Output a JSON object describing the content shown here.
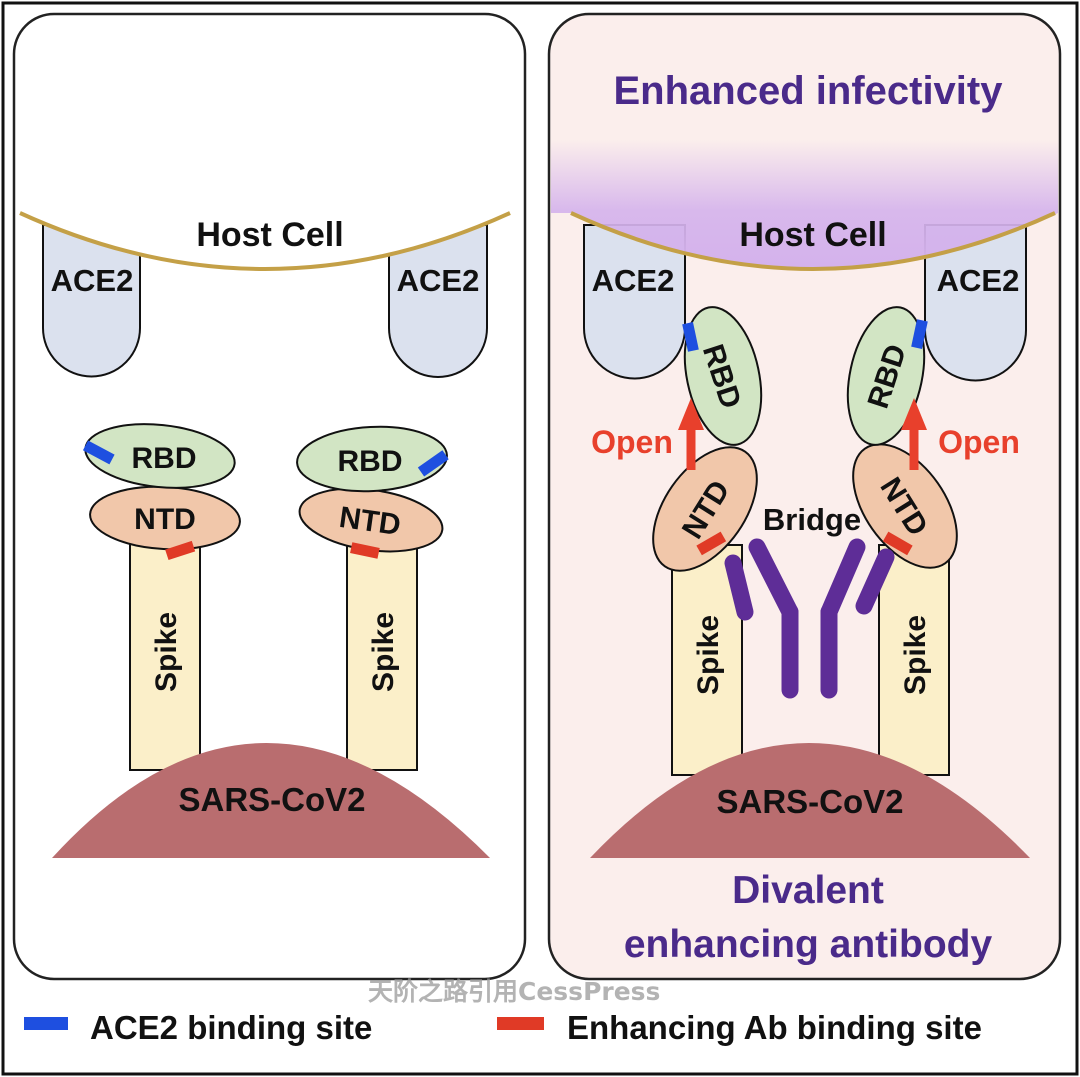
{
  "left_panel": {
    "host_cell": "Host Cell",
    "ace2_left": "ACE2",
    "ace2_right": "ACE2",
    "rbd_left": "RBD",
    "rbd_right": "RBD",
    "ntd_left": "NTD",
    "ntd_right": "NTD",
    "spike_left": "Spike",
    "spike_right": "Spike",
    "virus": "SARS-CoV2"
  },
  "right_panel": {
    "title": "Enhanced infectivity",
    "host_cell": "Host Cell",
    "ace2_left": "ACE2",
    "ace2_right": "ACE2",
    "rbd_left": "RBD",
    "rbd_right": "RBD",
    "ntd_left": "NTD",
    "ntd_right": "NTD",
    "open_left": "Open",
    "open_right": "Open",
    "bridge": "Bridge",
    "spike_left": "Spike",
    "spike_right": "Spike",
    "virus": "SARS-CoV2",
    "caption_line1": "Divalent",
    "caption_line2": "enhancing antibody"
  },
  "legend": {
    "ace2_site": "ACE2 binding site",
    "ab_site": "Enhancing Ab binding site"
  },
  "watermark": "天阶之路引用CessPress",
  "colors": {
    "title_purple": "#4a2a8a",
    "open_red": "#e8402c",
    "ace2_site_blue": "#1e4fe0",
    "ab_site_red": "#e03a26",
    "antibody_purple": "#5e2d97",
    "virus": "#b96d6f",
    "host_membrane": "#c4a047",
    "host_cell_purple": "#d4b2ec",
    "rbd_green": "#d2e5c4",
    "ntd_peach": "#f1c7aa",
    "spike_cream": "#fbefc9",
    "ace2_blue": "#dbe1ee",
    "right_panel_bg": "#fbeeec"
  }
}
